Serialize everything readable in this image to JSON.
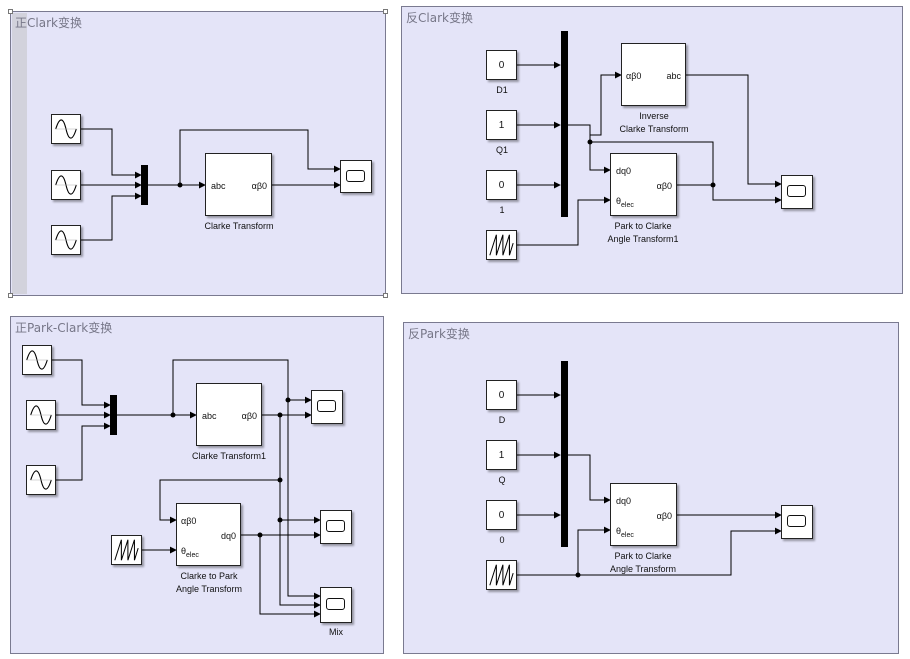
{
  "areas": {
    "forward_clark": "正Clark变换",
    "inverse_clark": "反Clark变换",
    "forward_park_clark": "正Park-Clark变换",
    "inverse_park": "反Park变换"
  },
  "blocks": {
    "clarke1": {
      "name": "Clarke Transform",
      "in": "abc",
      "out": "αβ0"
    },
    "inv_clarke": {
      "name_line1": "Inverse",
      "name_line2": "Clarke Transform",
      "in": "αβ0",
      "out": "abc"
    },
    "park_clarke1": {
      "name_line1": "Park to Clarke",
      "name_line2": "Angle Transform1",
      "in1": "dq0",
      "in2": "θ",
      "in2_sub": "elec",
      "out": "αβ0"
    },
    "clarke2": {
      "name": "Clarke Transform1",
      "in": "abc",
      "out": "αβ0"
    },
    "clarke_park": {
      "name_line1": "Clarke to Park",
      "name_line2": "Angle Transform",
      "in1": "αβ0",
      "in2": "θ",
      "in2_sub": "elec",
      "out": "dq0"
    },
    "park_clarke2": {
      "name_line1": "Park to Clarke",
      "name_line2": "Angle Transform",
      "in1": "dq0",
      "in2": "θ",
      "in2_sub": "elec",
      "out": "αβ0"
    },
    "mix_scope": {
      "name": "Mix"
    }
  },
  "constants": {
    "ic_d": {
      "value": "0",
      "label": "D1"
    },
    "ic_q": {
      "value": "1",
      "label": "Q1"
    },
    "ic_z": {
      "value": "0",
      "label": "1"
    },
    "ip_d": {
      "value": "0",
      "label": "D"
    },
    "ip_q": {
      "value": "1",
      "label": "Q"
    },
    "ip_z": {
      "value": "0",
      "label": "0"
    }
  },
  "colors": {
    "area_fill": "#e4e4f8",
    "area_border": "#7a7a90",
    "title": "#777788",
    "line": "#000000"
  },
  "icons": {
    "sine": "sine-wave-icon",
    "ramp": "sawtooth-icon",
    "scope": "scope-screen-icon"
  }
}
